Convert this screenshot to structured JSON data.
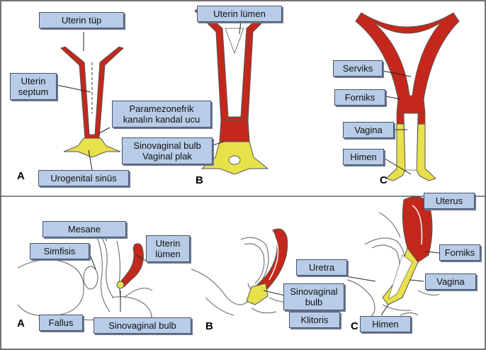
{
  "colors": {
    "uterus": "#c4281c",
    "bulb": "#e8e14a",
    "label_bg": "#b8cce8",
    "outline": "#555555"
  },
  "top_panels": {
    "a": "A",
    "b": "B",
    "c": "C"
  },
  "bottom_panels": {
    "a": "A",
    "b": "B",
    "c": "C"
  },
  "labels": {
    "uterin_tup": "Uterin tüp",
    "uterin_septum_1": "Uterin",
    "uterin_septum_2": "septum",
    "paramezonefrik_1": "Paramezonefrik",
    "paramezonefrik_2": "kanalın kandal ucu",
    "urogenital_sinus": "Urogenital sinüs",
    "uterin_lumen_top": "Uterin lümen",
    "sinovaginal_plak_1": "Sinovaginal bulb",
    "sinovaginal_plak_2": "Vaginal plak",
    "serviks": "Serviks",
    "forniks_top": "Forniks",
    "vagina_top": "Vagina",
    "himen_top": "Himen",
    "mesane": "Mesane",
    "simfisis": "Simfisis",
    "uterin_lumen_b1": "Uterin",
    "uterin_lumen_b2": "lümen",
    "fallus": "Fallus",
    "sinovaginal_bulb_a": "Sinovaginal bulb",
    "uretra": "Uretra",
    "sinovaginal_b1": "Sinovaginal",
    "sinovaginal_b2": "bulb",
    "klitoris": "Klitoris",
    "uterus": "Uterus",
    "forniks_bottom": "Forniks",
    "vagina_bottom": "Vagina",
    "himen_bottom": "Himen"
  }
}
